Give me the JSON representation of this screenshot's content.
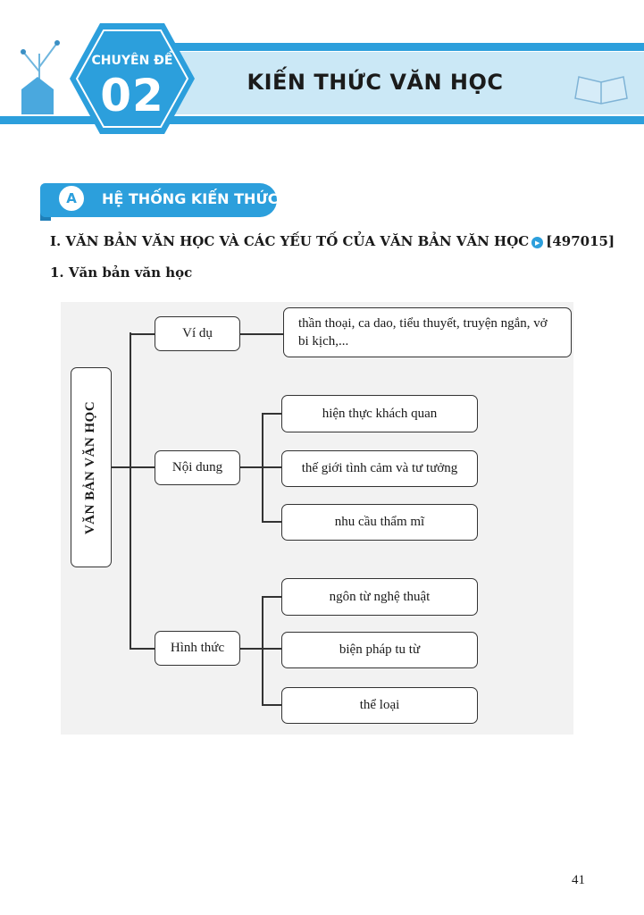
{
  "header": {
    "topic_label": "CHUYÊN ĐỀ",
    "topic_number": "02",
    "title": "KIẾN THỨC VĂN HỌC"
  },
  "section": {
    "letter": "A",
    "title": "HỆ THỐNG KIẾN THỨC"
  },
  "heading": {
    "text": "I. VĂN BẢN VĂN HỌC VÀ CÁC YẾU TỐ CỦA VĂN BẢN VĂN HỌC",
    "code": "[497015]",
    "icon": "play-circle-icon"
  },
  "subheading": "1. Văn bản văn học",
  "diagram": {
    "root": "VĂN BẢN VĂN HỌC",
    "branches": [
      {
        "label": "Ví dụ",
        "children": [
          "thần thoại, ca dao, tiểu thuyết, truyện ngắn, vở bi kịch,..."
        ]
      },
      {
        "label": "Nội dung",
        "children": [
          "hiện thực khách quan",
          "thế giới tình cảm và tư tưởng",
          "nhu cầu thẩm mĩ"
        ]
      },
      {
        "label": "Hình thức",
        "children": [
          "ngôn từ nghệ thuật",
          "biện pháp tu từ",
          "thể loại"
        ]
      }
    ]
  },
  "page_number": "41",
  "colors": {
    "accent": "#2c9fdc",
    "band": "#cbe8f6"
  }
}
